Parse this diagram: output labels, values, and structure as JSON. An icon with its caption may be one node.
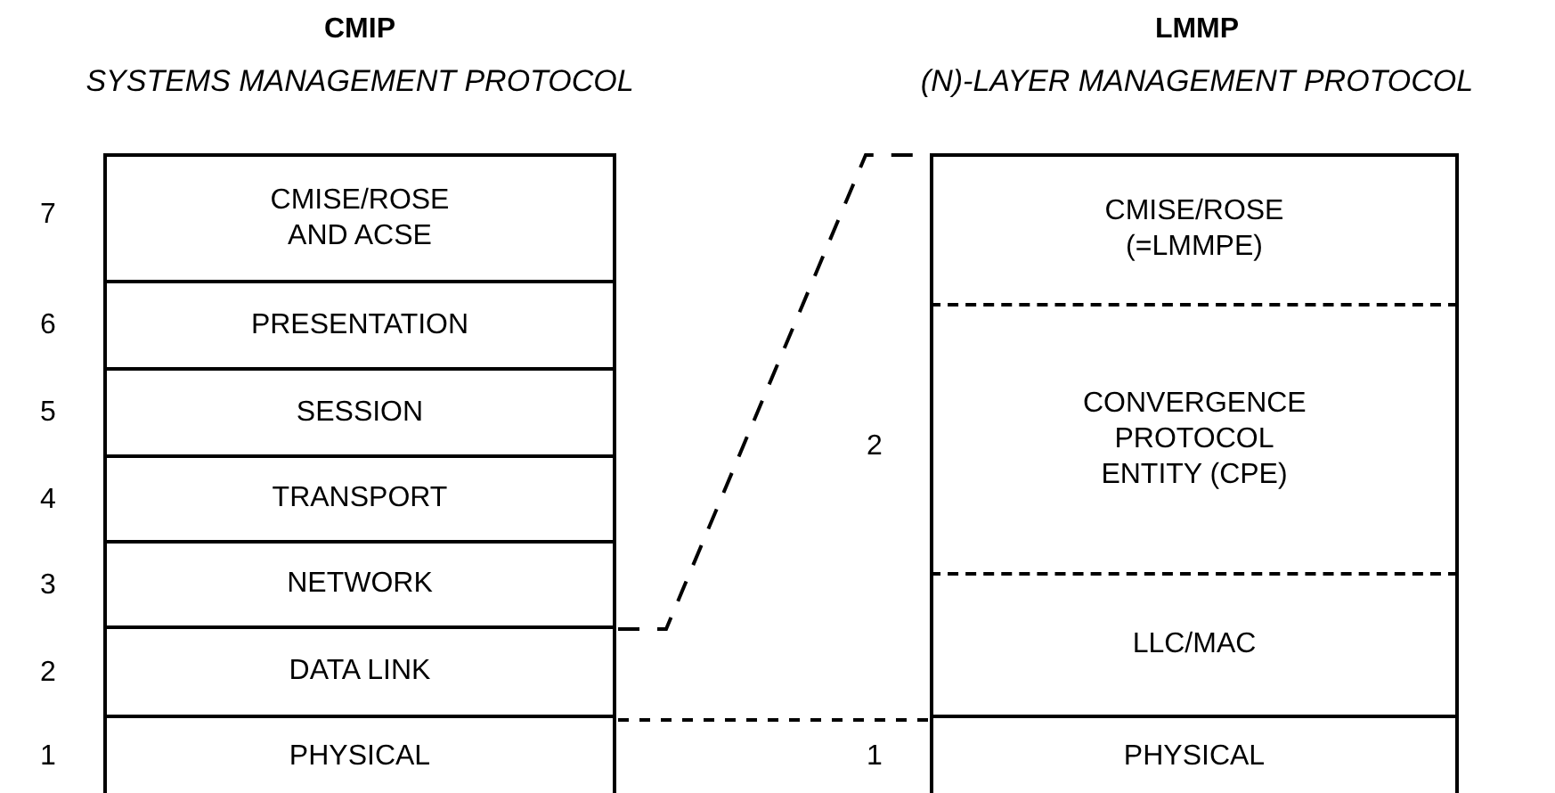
{
  "diagram": {
    "nodes": [
      {
        "text": [
          "CMISE/ROSE AND ACSE"
        ]
      },
      {
        "text": [
          "PRESENTATION"
        ]
      },
      {
        "text": [
          "SESSION"
        ]
      },
      {
        "text": [
          "TRANSPORT"
        ]
      },
      {
        "text": [
          "NETWORK"
        ]
      },
      {
        "text": [
          "DATA LINK"
        ]
      },
      {
        "text": [
          "PHYSICAL"
        ]
      },
      {
        "text": [
          "CMISE/ROSE (=LMMPE)"
        ]
      },
      {
        "text": [
          "CONVERGENCE PROTOCOL ENTITY (CPE)"
        ]
      },
      {
        "text": [
          "LLC/MAC"
        ]
      },
      {
        "text": [
          "PHYSICAL"
        ]
      }
    ],
    "edges": [
      {
        "from": 4,
        "to": 7,
        "arrow": "none",
        "style": "dashed"
      },
      {
        "from": 6,
        "to": 10,
        "arrow": "none",
        "style": "dashed"
      }
    ],
    "labels": [
      "CMIP",
      "SYSTEMS MANAGEMENT PROTOCOL",
      "LMMP",
      "(N)-LAYER MANAGEMENT PROTOCOL",
      "7",
      "6",
      "5",
      "4",
      "2",
      "3",
      "2",
      "1",
      "1"
    ]
  }
}
